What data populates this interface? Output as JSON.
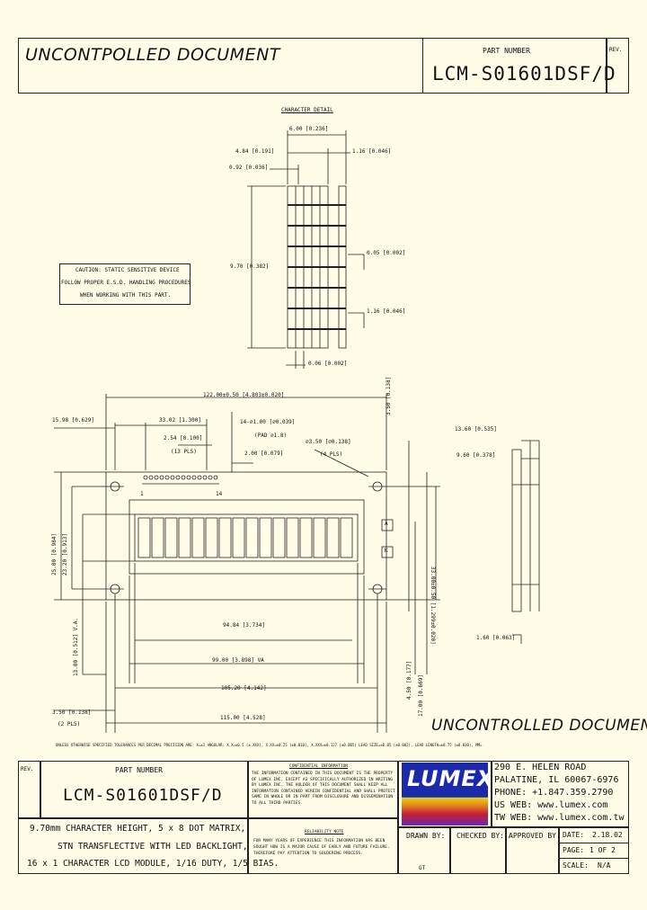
{
  "header": {
    "watermark_top": "UNCONTPOLLED DOCUMENT",
    "part_number_label": "PART NUMBER",
    "part_number": "LCM-S01601DSF/D",
    "rev_label": "REV."
  },
  "character_detail": {
    "title": "CHARACTER DETAIL",
    "dim_width": "6.00 [0.236]",
    "dim_484": "4.84 [0.191]",
    "dim_092": "0.92 [0.036]",
    "dim_116_top": "1.16 [0.046]",
    "dim_970": "9.70 [0.382]",
    "dim_005": "0.05 [0.002]",
    "dim_116_mid": "1.16 [0.046]",
    "dim_006": "0.06 [0.002]"
  },
  "caution": {
    "line1": "CAUTION: STATIC SENSITIVE DEVICE",
    "line2": "FOLLOW PROPER E.S.D. HANDLING PROCEDURES",
    "line3": "WHEN WORKING WITH THIS PART."
  },
  "drawing": {
    "dim_overall": "122.00±0.50 [4.803±0.020]",
    "dim_1598": "15.98 [0.629]",
    "dim_3302": "33.02 [1.300]",
    "dim_254": "2.54 [0.100]",
    "dim_13pls": "(13 PLS)",
    "dim_pin": "14-∅1.00 [∅0.039]",
    "dim_pad": "(PAD ∅1.8)",
    "dim_200": "2.00 [0.079]",
    "dim_hole": "∅3.50 [∅0.138]",
    "dim_4pls": "(4 PLS)",
    "dim_350_top": "3.50 [0.138]",
    "dim_1360": "13.60 [0.535]",
    "dim_960": "9.60 [0.378]",
    "dim_33": "33.00±0.50 [1.299±0.020]",
    "dim_2500": "25.00 [0.984]",
    "dim_2320": "23.20 [0.913]",
    "dim_1300": "13.00 [0.512] V.A.",
    "dim_9484": "94.84 [3.734]",
    "dim_9900": "99.00 [3.898] VA",
    "dim_10520": "105.20 [4.142]",
    "dim_115": "115.00 [4.528]",
    "dim_450": "4.50 [0.177]",
    "dim_1700": "17.00 [0.669]",
    "dim_160": "1.60 [0.063]",
    "dim_350_bot": "3.50 [0.138]",
    "dim_2pls": "(2 PLS)",
    "pin1": "1",
    "pin14": "14",
    "led_a": "A",
    "led_k": "K"
  },
  "watermark_bottom": "UNCONTROLLED DOCUMENT",
  "tolerance_note": "UNLESS OTHERWISE SPECIFIED TOLERANCES PER DECIMAL PRECISION ARE: X=±1 ANGULAR: X.X=±0.5 (±.XXX), X.XX=±0.25 (±0.010), X.XXX=±0.127 (±0.005)   LEAD SIZE=±0.05 (±0.002), LEAD LENGTH=±0.75 (±0.030), MM=",
  "tb": {
    "rev_label": "REV.",
    "part_number_label": "PART NUMBER",
    "part_number": "LCM-S01601DSF/D",
    "conf_title": "CONFIDENTIAL INFORMATION",
    "conf_body": "THE INFORMATION CONTAINED IN THIS DOCUMENT IS THE PROPERTY OF LUMEX INC. EXCEPT AS SPECIFICALLY AUTHORIZED IN WRITING BY LUMEX INC. THE HOLDER OF THIS DOCUMENT SHALL KEEP ALL INFORMATION CONTAINED HEREIN CONFIDENTIAL AND SHALL PROTECT SAME IN WHOLE OR IN PART FROM DISCLOSURE AND DISSEMINATION TO ALL THIRD PARTIES.",
    "reliab_title": "RELIABILITY NOTE",
    "reliab_body": "FOR MANY YEARS OF EXPERIENCE THIS INFORMATION HAS BEEN SOUGHT HOW IS A MAJOR CAUSE OF EARLY AND FUTURE FAILURE. THEREFORE PAY ATTENTION TO SOLDERING PROCESS.",
    "logo_text": "LUMEX",
    "addr1": "290 E. HELEN ROAD",
    "addr2": "PALATINE, IL 60067-6976",
    "phone": "PHONE: +1.847.359.2790",
    "us_web": "US WEB: www.lumex.com",
    "tw_web": "TW WEB: www.lumex.com.tw",
    "desc1": "9.70mm CHARACTER HEIGHT, 5 x 8 DOT MATRIX,",
    "desc2": "STN TRANSFLECTIVE WITH LED BACKLIGHT,",
    "desc3": "16 x 1 CHARACTER LCD MODULE, 1/16 DUTY, 1/5 BIAS.",
    "drawn_by_label": "DRAWN BY:",
    "drawn_by": "GT",
    "checked_by_label": "CHECKED BY:",
    "approved_by_label": "APPROVED BY:",
    "date_label": "DATE:",
    "date": "2.18.02",
    "page_label": "PAGE:",
    "page": "1 OF 2",
    "scale_label": "SCALE:",
    "scale": "N/A"
  }
}
